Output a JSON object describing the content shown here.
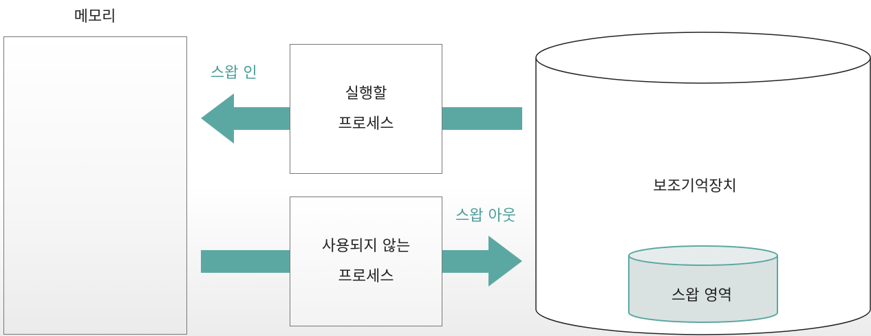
{
  "memory": {
    "title": "메모리"
  },
  "process_to_run": {
    "line1": "실행할",
    "line2": "프로세스"
  },
  "unused_process": {
    "line1": "사용되지 않는",
    "line2": "프로세스"
  },
  "swap_in": {
    "label": "스왑 인"
  },
  "swap_out": {
    "label": "스왑 아웃"
  },
  "storage": {
    "label": "보조기억장치"
  },
  "swap_area": {
    "label": "스왑 영역"
  },
  "colors": {
    "arrow": "#5ba8a3",
    "swap_area_fill": "#d9e2e1",
    "teal_text": "#4b9e98"
  }
}
